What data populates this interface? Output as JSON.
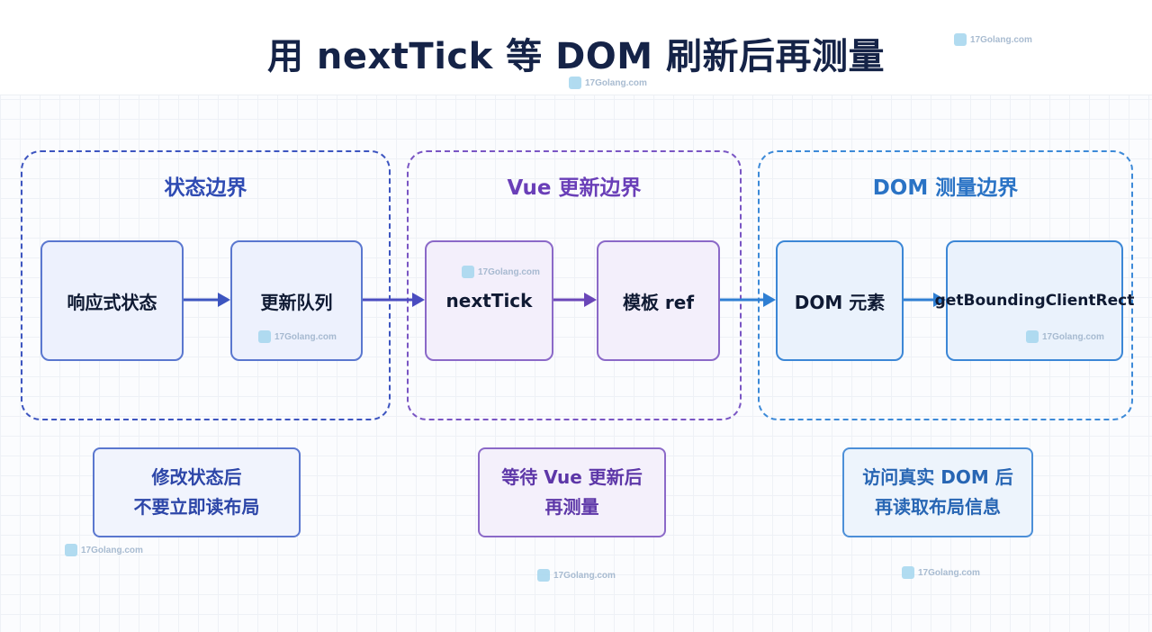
{
  "title": "用 nextTick 等 DOM 刷新后再测量",
  "watermark": "17Golang.com",
  "colors": {
    "state": "#2f4bb3",
    "vue": "#6a3fb8",
    "dom": "#2a73c5",
    "arrow_state": "#3d55c0",
    "arrow_vue": "#6a46b8",
    "arrow_dom": "#2f7fd3"
  },
  "groups": [
    {
      "id": "state",
      "title": "状态边界"
    },
    {
      "id": "vue",
      "title": "Vue 更新边界"
    },
    {
      "id": "dom",
      "title": "DOM 测量边界"
    }
  ],
  "nodes": [
    {
      "id": "reactive-state",
      "label": "响应式状态"
    },
    {
      "id": "update-queue",
      "label": "更新队列"
    },
    {
      "id": "next-tick",
      "label": "nextTick"
    },
    {
      "id": "template-ref",
      "label": "模板 ref"
    },
    {
      "id": "dom-element",
      "label": "DOM 元素"
    },
    {
      "id": "get-bounding-client-rect",
      "label": "getBoundingClientRect"
    }
  ],
  "notes": [
    {
      "id": "state",
      "lines": [
        "修改状态后",
        "不要立即读布局"
      ]
    },
    {
      "id": "vue",
      "lines": [
        "等待 Vue 更新后",
        "再测量"
      ]
    },
    {
      "id": "dom",
      "lines": [
        "访问真实 DOM 后",
        "再读取布局信息"
      ]
    }
  ],
  "edges": [
    {
      "from": "reactive-state",
      "to": "update-queue"
    },
    {
      "from": "update-queue",
      "to": "next-tick"
    },
    {
      "from": "next-tick",
      "to": "template-ref"
    },
    {
      "from": "template-ref",
      "to": "dom-element"
    },
    {
      "from": "dom-element",
      "to": "get-bounding-client-rect"
    }
  ]
}
